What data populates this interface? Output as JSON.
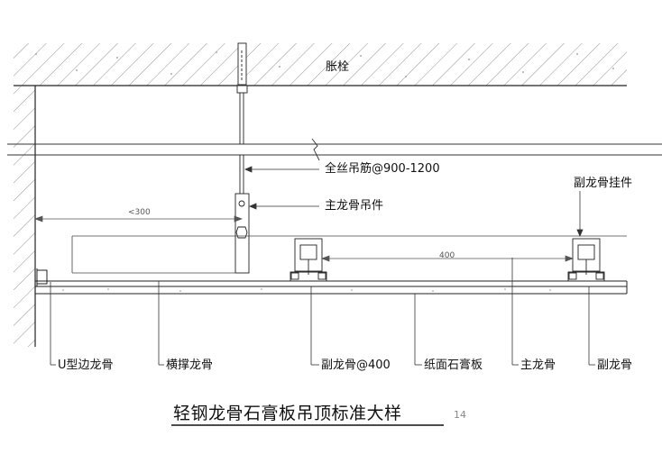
{
  "labels": {
    "expansion_bolt": "胀栓",
    "threaded_rod": "全丝吊筋@900-1200",
    "main_keel_hanger": "主龙骨吊件",
    "secondary_keel_hanger": "副龙骨挂件",
    "u_edge_keel": "U型边龙骨",
    "cross_brace_keel": "横撑龙骨",
    "secondary_keel_400": "副龙骨@400",
    "gypsum_board": "纸面石膏板",
    "main_keel": "主龙骨",
    "secondary_keel": "副龙骨"
  },
  "dimensions": {
    "wall_offset": "<300",
    "keel_spacing": "400"
  },
  "title": "轻钢龙骨石膏板吊顶标准大样",
  "drawing_number": "14"
}
